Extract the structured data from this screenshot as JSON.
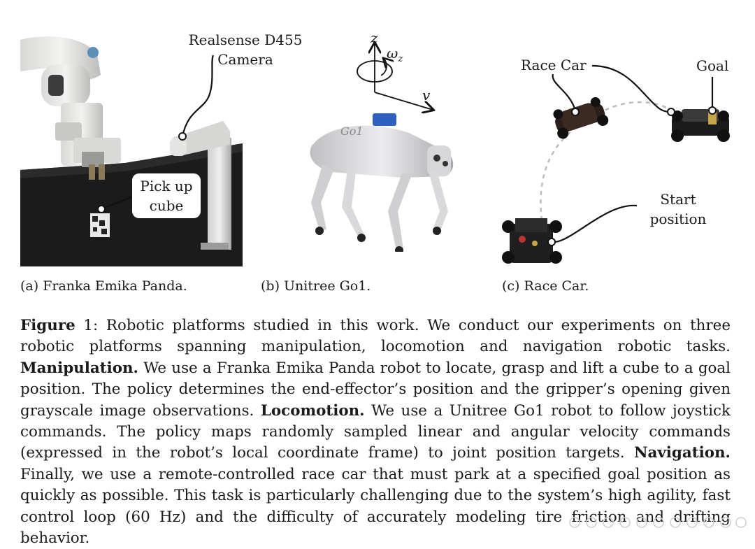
{
  "panel_a": {
    "camera_label_line1": "Realsense D455",
    "camera_label_line2": "Camera",
    "callout_line1": "Pick up",
    "callout_line2": "cube",
    "subcaption": "(a) Franka Emika Panda."
  },
  "panel_b": {
    "axis_z": "z",
    "axis_omega": "ω",
    "axis_omega_sub": "z",
    "axis_v": "v",
    "robot_text": "Go1",
    "subcaption": "(b) Unitree Go1."
  },
  "panel_c": {
    "race_car_label": "Race Car",
    "goal_label": "Goal",
    "start_label_line1": "Start",
    "start_label_line2": "position",
    "subcaption": "(c) Race Car."
  },
  "caption": {
    "fig_label": "Figure",
    "fig_number": " 1: ",
    "intro": "Robotic platforms studied in this work. We conduct our experiments on three robotic platforms spanning manipulation, locomotion and navigation robotic tasks. ",
    "manip_title": "Manipulation.",
    "manip_text": " We use a Franka Emika Panda robot to locate, grasp and lift a cube to a goal position. The policy determines the end-effector’s position and the gripper’s opening given grayscale image observations. ",
    "loco_title": "Locomotion.",
    "loco_text": " We use a Unitree Go1 robot to follow joystick commands. The policy maps randomly sampled linear and angular velocity commands (expressed in the robot’s local coordinate frame) to joint position targets. ",
    "nav_title": "Navigation.",
    "nav_text": " Finally, we use a remote-controlled race car that must park at a specified goal position as quickly as possible. This task is particularly challenging due to the system’s high agility, fast control loop (60 Hz) and the difficulty of accurately modeling tire friction and drifting behavior."
  }
}
